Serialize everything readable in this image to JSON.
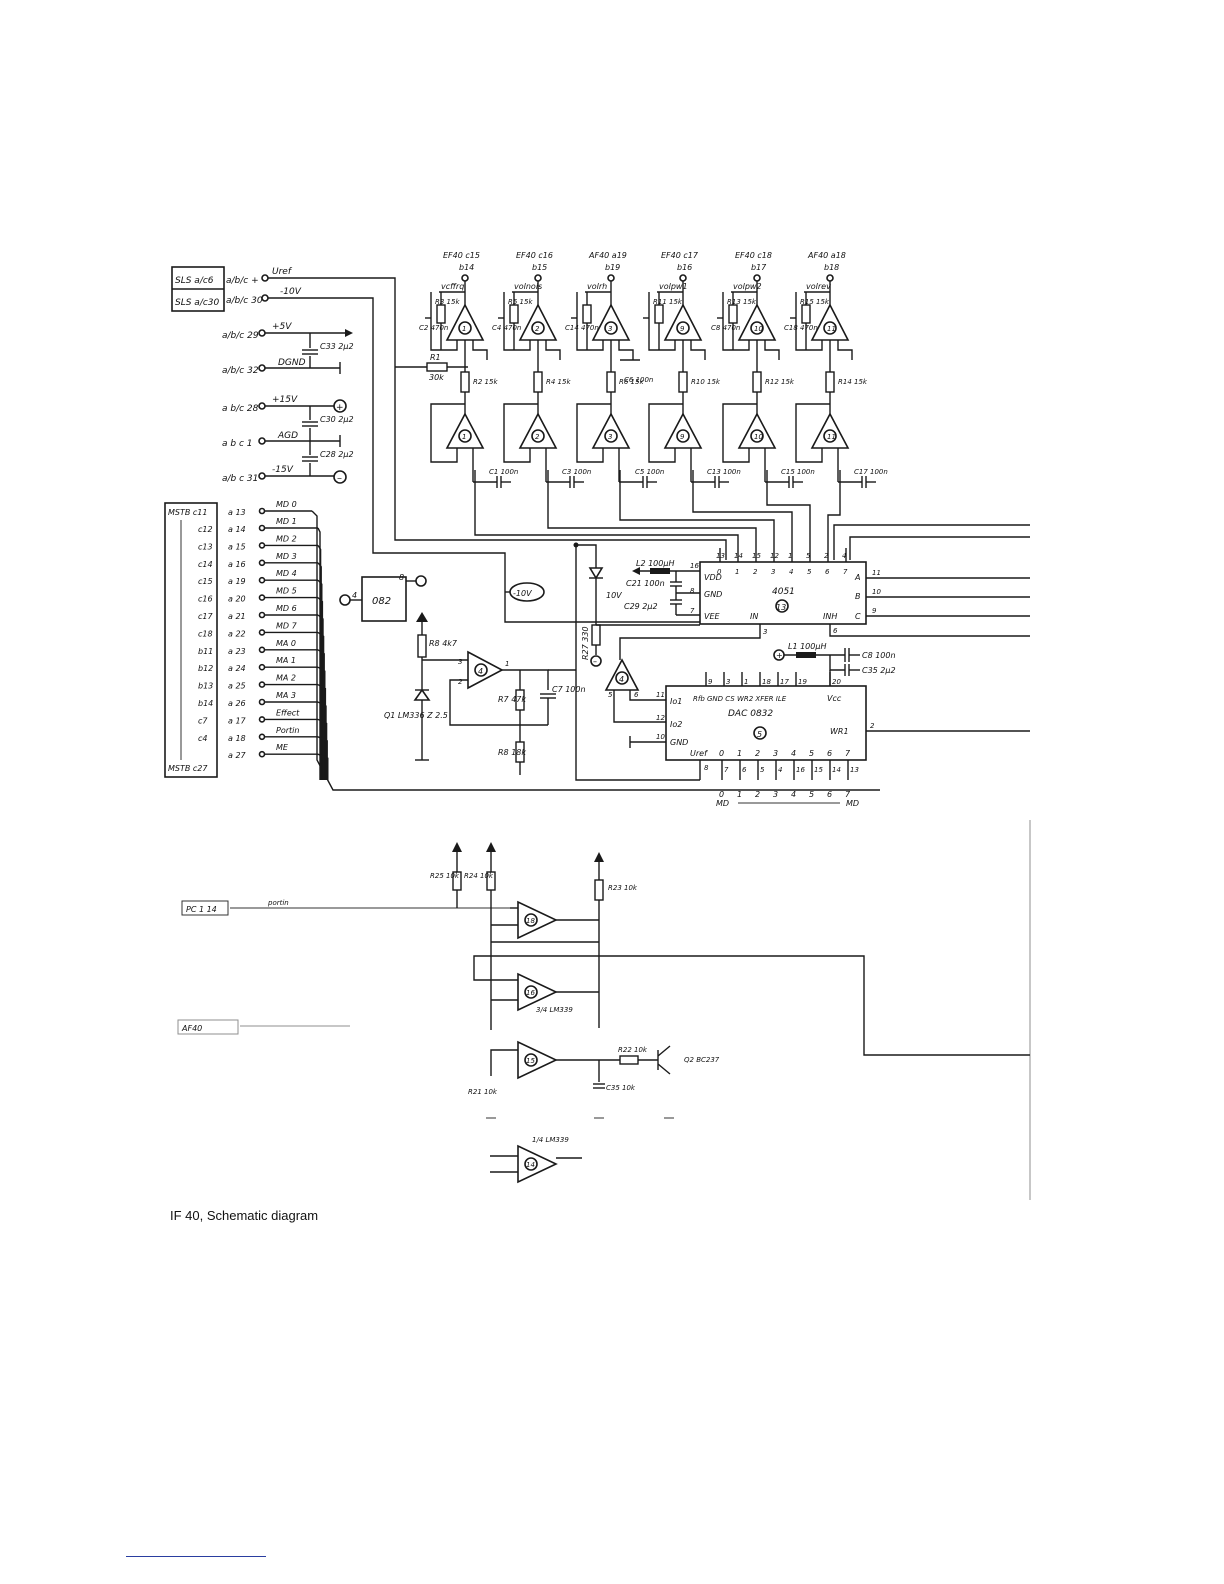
{
  "caption": "IF 40, Schematic diagram",
  "connectors": {
    "sls_top": "SLS a/c6",
    "sls_bottom": "SLS a/c30",
    "mstb_top": "MSTB c11",
    "mstb_bottom": "MSTB c27",
    "pc": "PC 1 14",
    "af": "AF40"
  },
  "nets": {
    "uref": "Uref",
    "m10v": "-10V",
    "p5v": "+5V",
    "dgnd": "DGND",
    "p15v": "+15V",
    "agd": "AGD",
    "m15v": "-15V",
    "m10v_circle": "-10V"
  },
  "power_pins": [
    "a/b/c +",
    "a/b/c 30",
    "a/b/c 29",
    "a/b/c 32",
    "a b/c 28",
    "a b c 1",
    "a/b c 31"
  ],
  "power_caps": [
    "C33 2µ2",
    "C30 2µ2",
    "C28 2µ2"
  ],
  "top_pins": [
    {
      "name": "EF40 c15",
      "pin": "b14",
      "signal": "vcffrq",
      "r": "R3 15k",
      "c": "C2 470n",
      "op": "1",
      "rs": "R2 15k",
      "cs": "C1 100n"
    },
    {
      "name": "EF40 c16",
      "pin": "b15",
      "signal": "volnois",
      "r": "R5 15k",
      "c": "C4 470n",
      "op": "2",
      "rs": "R4 15k",
      "cs": "C3 100n"
    },
    {
      "name": "AF40 a19",
      "pin": "b19",
      "signal": "volrh",
      "r": "",
      "c": "C14 470n",
      "op": "3",
      "rs": "R6 15k",
      "cs": "C5 100n"
    },
    {
      "name": "EF40 c17",
      "pin": "b16",
      "signal": "volpw1",
      "r": "R11 15k",
      "c": "",
      "op": "9",
      "rs": "R10 15k",
      "cs": "C13 100n"
    },
    {
      "name": "EF40 c18",
      "pin": "b17",
      "signal": "volpw2",
      "r": "R13 15k",
      "c": "C8 470n",
      "op": "10",
      "rs": "R12 15k",
      "cs": "C15 100n"
    },
    {
      "name": "AF40 a18",
      "pin": "b18",
      "signal": "volrev",
      "r": "R15 15k",
      "c": "C18 470n",
      "op": "11",
      "rs": "R14 15k",
      "cs": "C17 100n"
    }
  ],
  "misc_labels": {
    "r1": "R1",
    "r1v": "30k",
    "c6": "C6 100n"
  },
  "mstb_rows": [
    {
      "c": "c12",
      "a": "a 14",
      "sig": "MD 1"
    },
    {
      "c": "c13",
      "a": "a 15",
      "sig": "MD 2"
    },
    {
      "c": "c14",
      "a": "a 16",
      "sig": "MD 3"
    },
    {
      "c": "c15",
      "a": "a 19",
      "sig": "MD 4"
    },
    {
      "c": "c16",
      "a": "a 20",
      "sig": "MD 5"
    },
    {
      "c": "c17",
      "a": "a 21",
      "sig": "MD 6"
    },
    {
      "c": "c18",
      "a": "a 22",
      "sig": "MD 7"
    },
    {
      "c": "b11",
      "a": "a 23",
      "sig": "MA 0"
    },
    {
      "c": "b12",
      "a": "a 24",
      "sig": "MA 1"
    },
    {
      "c": "b13",
      "a": "a 25",
      "sig": "MA 2"
    },
    {
      "c": "b14",
      "a": "a 26",
      "sig": "MA 3"
    },
    {
      "c": "c7",
      "a": "a 17",
      "sig": "Effect"
    },
    {
      "c": "c4",
      "a": "a 18",
      "sig": "Portin"
    },
    {
      "c": "",
      "a": "a 27",
      "sig": "ME"
    }
  ],
  "mstb_first": {
    "a": "a 13",
    "sig": "MD 0"
  },
  "ic_4051": {
    "name": "4051",
    "num": "13",
    "top_pins": [
      "13",
      "14",
      "15",
      "12",
      "1",
      "5",
      "2",
      "4"
    ],
    "top_ch": [
      "0",
      "1",
      "2",
      "3",
      "4",
      "5",
      "6",
      "7"
    ],
    "vdd": "VDD",
    "gnd": "GND",
    "vee": "VEE",
    "in": "IN",
    "inh": "INH",
    "a": "A",
    "b": "B",
    "c": "C",
    "pin11": "11",
    "pin10": "10",
    "pin9": "9",
    "pin6": "6",
    "pin3": "3",
    "pin16": "16",
    "pin8": "8",
    "pin7": "7"
  },
  "l2": "L2 100µH",
  "c21": "C21 100n",
  "c29": "C29 2µ2",
  "l1": "L1 100µH",
  "c8": "C8 100n",
  "c35": "C35 2µ2",
  "d10v": "10V",
  "r27": "R27 330",
  "ic_082": "082",
  "ic_dac": {
    "name": "DAC 0832",
    "num": "5",
    "io1": "Io1",
    "io2": "Io2",
    "gnd_l": "GND",
    "uref": "Uref",
    "top": "Rfb GND CS WR2 XFER ILE",
    "vcc": "Vcc",
    "wr1": "WR1",
    "pin2": "2",
    "top_pins": [
      "9",
      "3",
      "1",
      "18",
      "17",
      "19",
      "20"
    ],
    "d_labels": [
      "0",
      "1",
      "2",
      "3",
      "4",
      "5",
      "6",
      "7"
    ],
    "bottom_pins": [
      "7",
      "6",
      "5",
      "4",
      "16",
      "15",
      "14",
      "13"
    ],
    "pin8": "8",
    "pin11": "11",
    "pin12": "12",
    "pin10": "10"
  },
  "md_bus": [
    "0",
    "1",
    "2",
    "3",
    "4",
    "5",
    "6",
    "7"
  ],
  "md_bus_label_l": "MD",
  "md_bus_label_r": "MD",
  "r8": "R8 4k7",
  "q1": "Q1 LM336 Z 2.5",
  "op4": "4",
  "op_bias": "4",
  "r7": "R7 47k",
  "c7": "C7 100n",
  "r8b": "R8 18k",
  "lower": {
    "r25": "R25 10k",
    "r24": "R24 10k",
    "r23": "R23 10k",
    "r22": "R22 10k",
    "c35": "C35 10k",
    "r21": "R21 10k",
    "q2": "Q2 BC237",
    "lm339": "3/4 LM339",
    "lm339b": "1/4 LM339",
    "portin": "portin",
    "u18": "18",
    "u16": "16",
    "u15": "15",
    "u14": "14"
  }
}
